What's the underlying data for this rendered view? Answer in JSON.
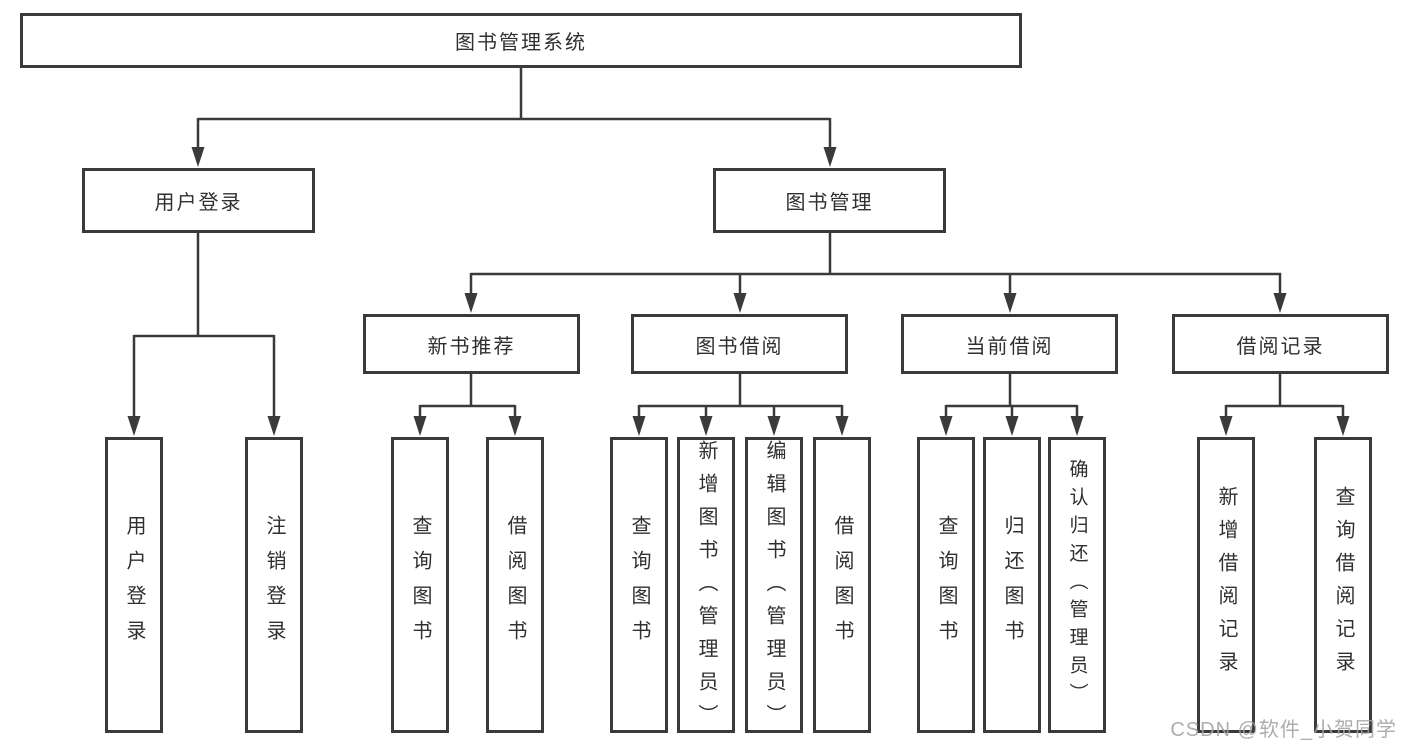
{
  "tree": {
    "root": {
      "label": "图书管理系统"
    },
    "branches": [
      {
        "label": "用户登录",
        "children": [
          {
            "label": "用户登录"
          },
          {
            "label": "注销登录"
          }
        ]
      },
      {
        "label": "图书管理",
        "children": [
          {
            "label": "新书推荐",
            "children": [
              {
                "label": "查询图书"
              },
              {
                "label": "借阅图书"
              }
            ]
          },
          {
            "label": "图书借阅",
            "children": [
              {
                "label": "查询图书"
              },
              {
                "label": "新增图书（管理员）"
              },
              {
                "label": "编辑图书（管理员）"
              },
              {
                "label": "借阅图书"
              }
            ]
          },
          {
            "label": "当前借阅",
            "children": [
              {
                "label": "查询图书"
              },
              {
                "label": "归还图书"
              },
              {
                "label": "确认归还（管理员）"
              }
            ]
          },
          {
            "label": "借阅记录",
            "children": [
              {
                "label": "新增借阅记录"
              },
              {
                "label": "查询借阅记录"
              }
            ]
          }
        ]
      }
    ]
  },
  "watermark": {
    "text": "CSDN @软件_小贺同学"
  },
  "colors": {
    "line": "#3a3a3a",
    "text": "#303030",
    "box_background": "#ffffff",
    "watermark": "#a4a4a4"
  }
}
